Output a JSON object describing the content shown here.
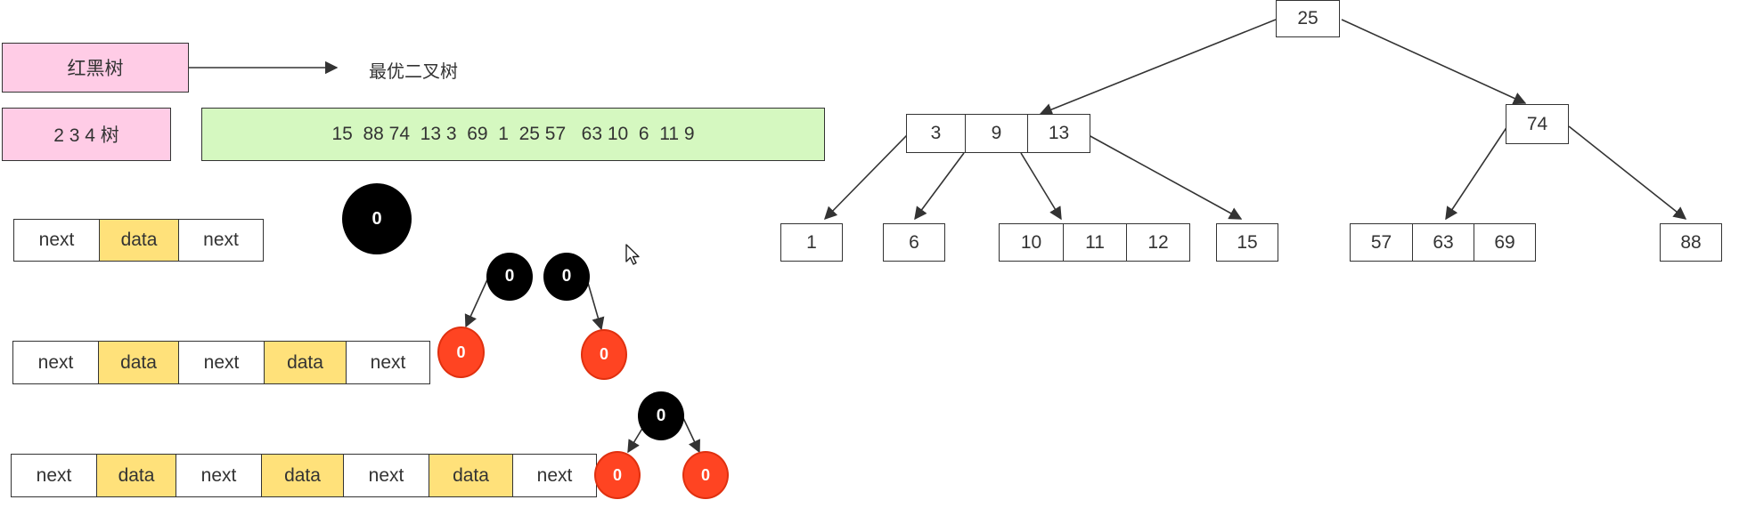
{
  "left_panel": {
    "red_black_tree_label": "红黑树",
    "arrow_target_label": "最优二叉树",
    "two_three_four_label": "2 3 4 树",
    "sequence": "15  88 74  13 3  69  1  25 57   63 10  6  11 9"
  },
  "node_lists": {
    "next_label": "next",
    "data_label": "data",
    "rows": [
      [
        "next",
        "data",
        "next"
      ],
      [
        "next",
        "data",
        "next",
        "data",
        "next"
      ],
      [
        "next",
        "data",
        "next",
        "data",
        "next",
        "data",
        "next"
      ]
    ]
  },
  "rb_nodes": {
    "value": "0"
  },
  "tree": {
    "root": [
      "25"
    ],
    "level1_left": [
      "3",
      "9",
      "13"
    ],
    "level1_right": [
      "74"
    ],
    "leaves": [
      [
        "1"
      ],
      [
        "6"
      ],
      [
        "10",
        "11",
        "12"
      ],
      [
        "15"
      ],
      [
        "57",
        "63",
        "69"
      ],
      [
        "88"
      ]
    ]
  },
  "colors": {
    "pink": "#ffcce6",
    "green": "#d5f8c0",
    "yellow": "#ffe17a",
    "black_node": "#000000",
    "red_node": "#ff4422",
    "stroke": "#333333"
  }
}
